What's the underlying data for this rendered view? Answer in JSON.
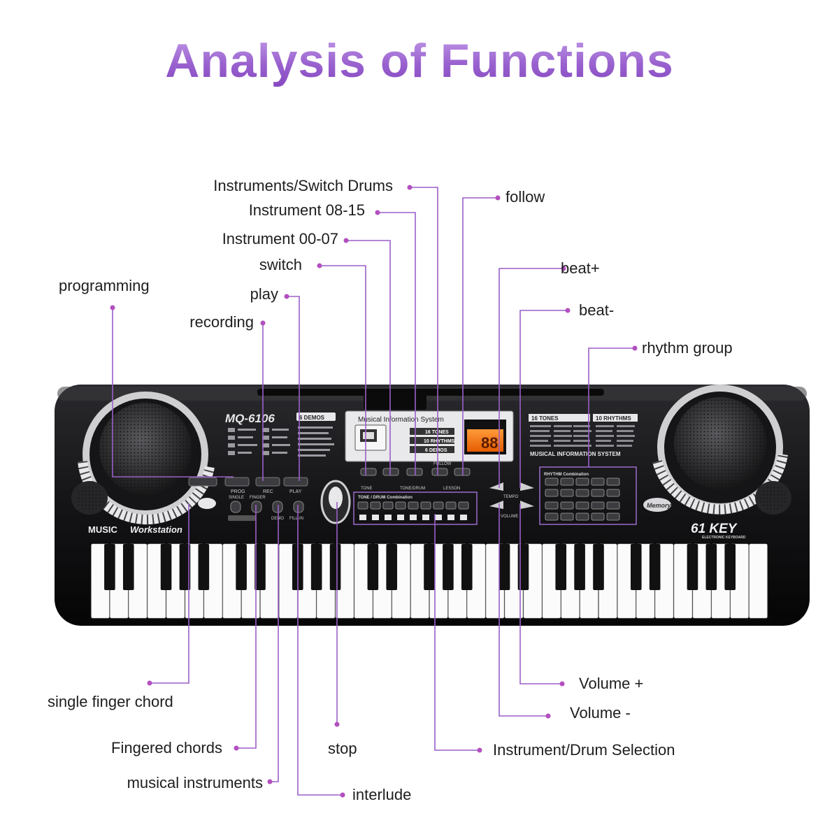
{
  "title": "Analysis of Functions",
  "keyboard": {
    "model": "MQ-6106",
    "demos_badge": "6 DEMOS",
    "system_title": "Musical Information System",
    "display_digits": "88",
    "tones_line": "16 TONES",
    "rhythms_line": "10 RHYTHMS",
    "demos_line": "6 DEMOS",
    "tones_box": "16 TONES",
    "rhythms_box": "10 RHYTHMS",
    "music_info_system": "MUSICAL INFORMATION SYSTEM",
    "rhythm_combination": "RHYTHM Combination",
    "tone_drum_combination": "TONE / DRUM Combination",
    "workstation_bold": "MUSIC",
    "workstation_italic": "Workstation",
    "key_count": "61 KEY",
    "key_sub": "ELECTRONIC KEYBOARD",
    "memory_badge": "Memory",
    "buttons": {
      "prog": "PROG",
      "rec": "REC",
      "play": "PLAY",
      "single": "SINGLE",
      "finger": "FINGER",
      "demo": "DEMO",
      "fill_in": "FILL-IN",
      "tone_drum": "TONE/DRUM",
      "lesson": "LESSON",
      "follow": "FOLLOW",
      "tempo": "TEMPO",
      "volume": "VOLUME",
      "tone_label": "TONE"
    }
  },
  "labels": {
    "instruments_switch_drums": "Instruments/Switch Drums",
    "instrument_08_15": "Instrument 08-15",
    "instrument_00_07": "Instrument 00-07",
    "switch": "switch",
    "play": "play",
    "recording": "recording",
    "programming": "programming",
    "follow": "follow",
    "beat_plus": "beat+",
    "beat_minus": "beat-",
    "rhythm_group": "rhythm group",
    "volume_plus": "Volume +",
    "volume_minus": "Volume -",
    "instrument_drum_selection": "Instrument/Drum Selection",
    "single_finger_chord": "single finger chord",
    "fingered_chords": "Fingered chords",
    "musical_instruments": "musical instruments",
    "stop": "stop",
    "interlude": "interlude"
  },
  "colors": {
    "title_purple": "#9a62cf",
    "leader_purple": "#9b5fc8",
    "dot_magenta": "#b34fc0",
    "panel_dark": "#1a1a1c",
    "display_orange": "#ff7a1a"
  }
}
